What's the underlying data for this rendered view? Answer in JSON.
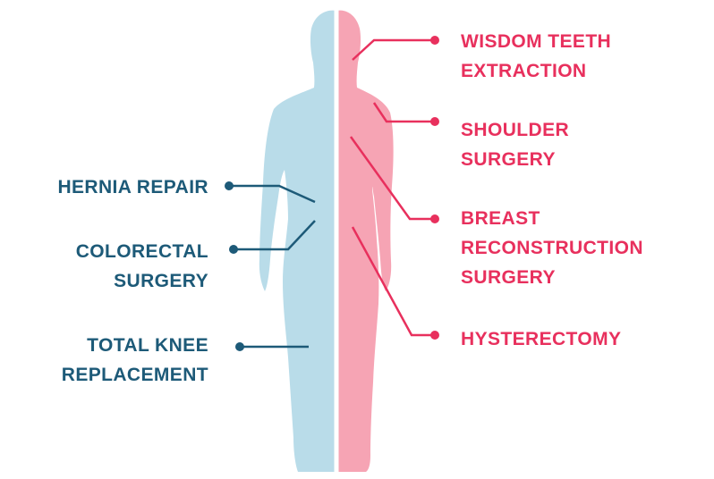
{
  "colors": {
    "male_body": "#b9dce9",
    "female_body": "#f6a4b4",
    "male_accent": "#1d5a78",
    "female_accent": "#e8305d",
    "divider": "#ffffff"
  },
  "left_labels": [
    {
      "lines": [
        "HERNIA REPAIR"
      ]
    },
    {
      "lines": [
        "COLORECTAL",
        "SURGERY"
      ]
    },
    {
      "lines": [
        "TOTAL KNEE",
        "REPLACEMENT"
      ]
    }
  ],
  "right_labels": [
    {
      "lines": [
        "WISDOM TEETH",
        "EXTRACTION"
      ]
    },
    {
      "lines": [
        "SHOULDER",
        "SURGERY"
      ]
    },
    {
      "lines": [
        "BREAST",
        "RECONSTRUCTION",
        "SURGERY"
      ]
    },
    {
      "lines": [
        "HYSTERECTOMY"
      ]
    }
  ]
}
